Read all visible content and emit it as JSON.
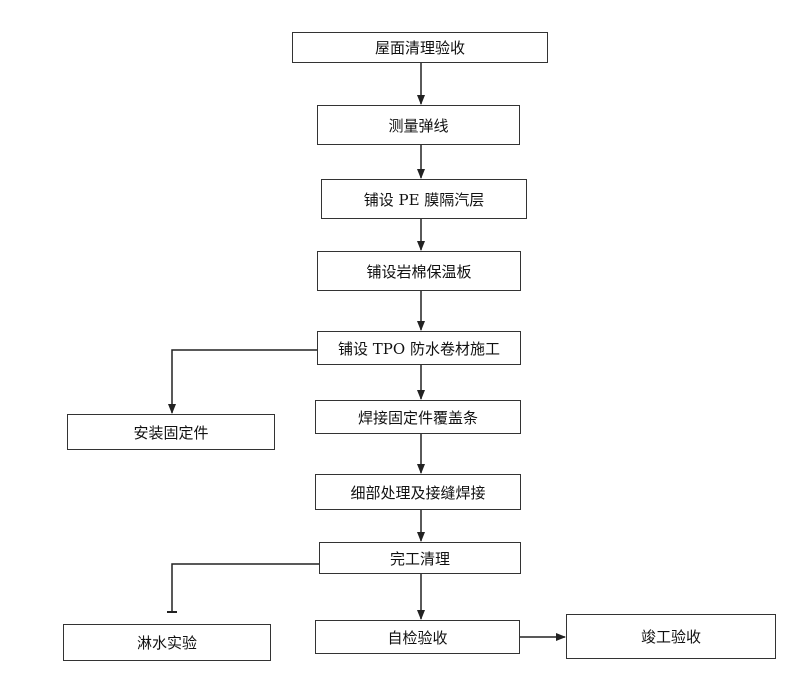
{
  "nodes": {
    "n1": "屋面清理验收",
    "n2": "测量弹线",
    "n3": "铺设 PE 膜隔汽层",
    "n4": "铺设岩棉保温板",
    "n5": "铺设 TPO 防水卷材施工",
    "n6": "焊接固定件覆盖条",
    "n7": "安装固定件",
    "n8": "细部处理及接缝焊接",
    "n9": "完工清理",
    "n10": "淋水实验",
    "n11": "自检验收",
    "n12": "竣工验收"
  },
  "edges": [
    {
      "from": "n1",
      "to": "n2"
    },
    {
      "from": "n2",
      "to": "n3"
    },
    {
      "from": "n3",
      "to": "n4"
    },
    {
      "from": "n4",
      "to": "n5"
    },
    {
      "from": "n5",
      "to": "n6"
    },
    {
      "from": "n5",
      "to": "n7"
    },
    {
      "from": "n6",
      "to": "n8"
    },
    {
      "from": "n8",
      "to": "n9"
    },
    {
      "from": "n9",
      "to": "n10"
    },
    {
      "from": "n9",
      "to": "n11"
    },
    {
      "from": "n11",
      "to": "n12"
    }
  ],
  "colors": {
    "line": "#222222",
    "border": "#333333",
    "background": "#ffffff"
  }
}
